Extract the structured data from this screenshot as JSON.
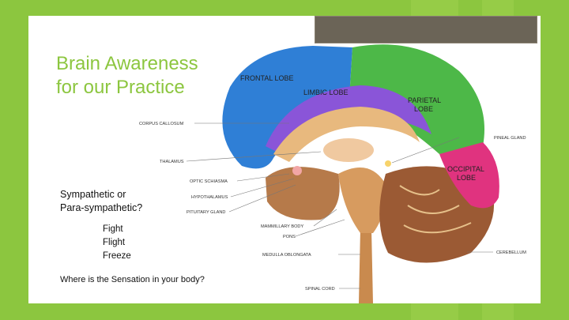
{
  "slide": {
    "title_line1": "Brain Awareness",
    "title_line2": "for our Practice",
    "question1_line1": "Sympathetic or",
    "question1_line2": "Para-sympathetic?",
    "responses": [
      "Fight",
      "Flight",
      "Freeze"
    ],
    "question2": "Where is the Sensation in your body?"
  },
  "diagram": {
    "lobes": {
      "frontal": "FRONTAL LOBE",
      "limbic": "LIMBIC LOBE",
      "parietal_1": "PARIETAL",
      "parietal_2": "LOBE",
      "occipital_1": "OCCIPITAL",
      "occipital_2": "LOBE"
    },
    "labels": {
      "corpus_callosum": "CORPUS CALLOSUM",
      "thalamus": "THALAMUS",
      "optic_chiasma": "OPTIC SCHIASMA",
      "hypothalamus": "HYPOTHALAMUS",
      "pituitary": "PITUITARY GLAND",
      "mammillary": "MAMMILLARY BODY",
      "pons": "PONS",
      "medulla": "MEDULLA OBLONGATA",
      "spinal_cord": "SPINAL CORD",
      "pineal": "PINEAL GLAND",
      "cerebellum": "CEREBELLUM"
    },
    "colors": {
      "frontal": "#2f7fd6",
      "limbic": "#8a55d8",
      "parietal": "#4db848",
      "occipital": "#e0337f",
      "brainstem": "#c98a4e",
      "cerebellum": "#9b5a34"
    }
  },
  "theme": {
    "background": "#8cc63f",
    "title_color": "#8cc63f",
    "title_bar": "#6b6457"
  }
}
